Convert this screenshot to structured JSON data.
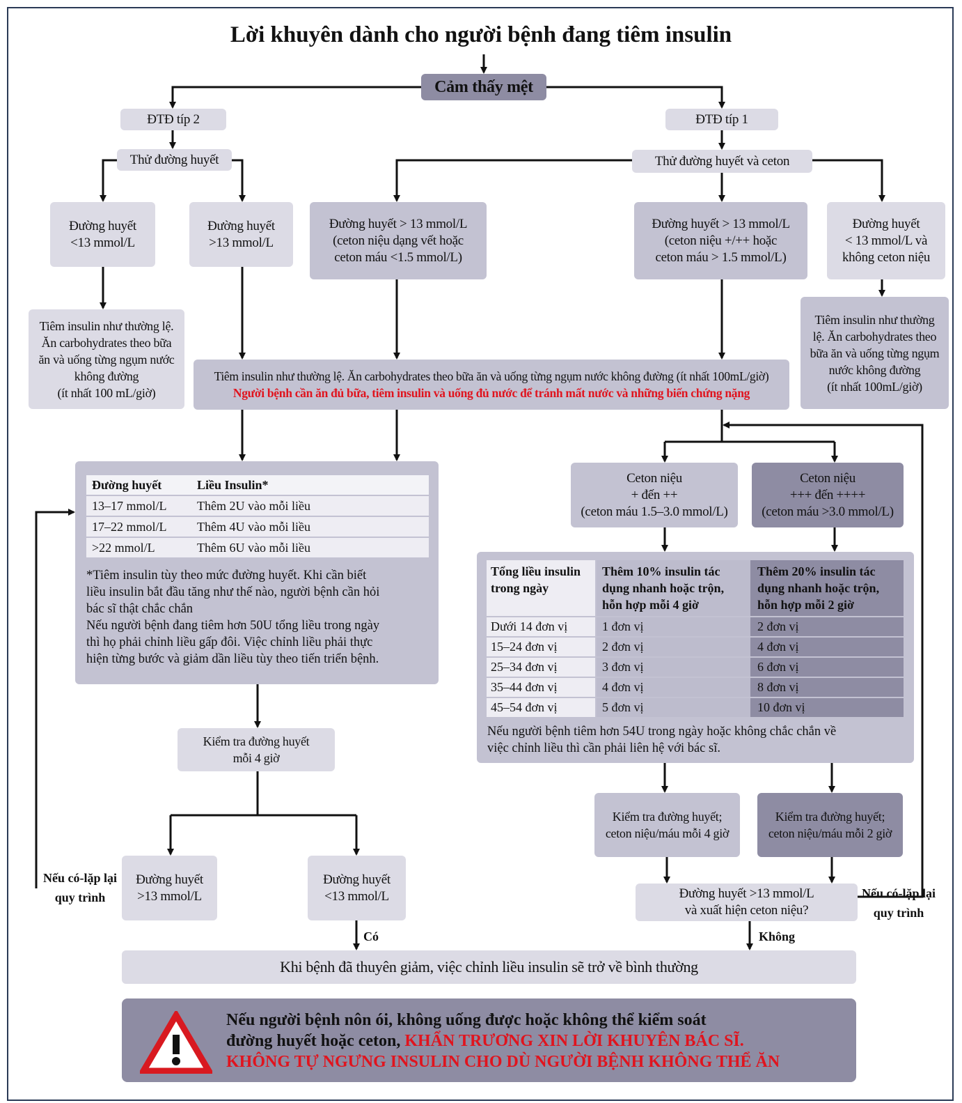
{
  "title": "Lời khuyên dành cho người bệnh đang tiêm insulin",
  "start": "Cảm thấy mệt",
  "type2": {
    "label": "ĐTĐ típ 2",
    "test": "Thử đường huyết",
    "low": "Đường huyết\n<13 mmol/L",
    "high": "Đường huyết\n>13 mmol/L",
    "advice": "Tiêm insulin như thường lệ.\nĂn carbohydrates theo bữa\năn và uống từng ngụm nước\nkhông đường\n(ít nhất 100 mL/giờ)"
  },
  "type1": {
    "label": "ĐTĐ típ 1",
    "test": "Thử đường huyết và ceton",
    "trace": "Đường huyết > 13 mmol/L\n(ceton niệu dạng vết hoặc\nceton máu <1.5 mmol/L)",
    "ketone": "Đường huyết > 13 mmol/L\n(ceton niệu +/++ hoặc\nceton máu > 1.5 mmol/L)",
    "low": "Đường huyết\n< 13 mmol/L và\nkhông ceton niệu",
    "advice": "Tiêm insulin như thường\nlệ. Ăn carbohydrates theo\nbữa ăn và uống từng ngụm\nnước không đường\n(ít nhất 100mL/giờ)"
  },
  "common": {
    "line1": "Tiêm insulin như thường lệ. Ăn carbohydrates theo bữa ăn và uống từng ngụm nước không đường (ít nhất 100mL/giờ)",
    "line2": "Người bệnh cần ăn đủ bữa, tiêm insulin và uống đủ nước để tránh mất nước và những biến chứng nặng"
  },
  "left_table": {
    "headers": [
      "Đường huyết",
      "Liều Insulin*"
    ],
    "rows": [
      [
        "13–17 mmol/L",
        "Thêm 2U vào mỗi liều"
      ],
      [
        "17–22 mmol/L",
        "Thêm 4U vào mỗi liều"
      ],
      [
        ">22 mmol/L",
        "Thêm 6U vào mỗi liều"
      ]
    ],
    "note": "*Tiêm insulin tùy theo mức đường huyết. Khi cần biết\nliều insulin bắt đầu tăng như thế nào, người bệnh cần hỏi\nbác sĩ thật chắc chắn\nNếu người bệnh đang tiêm hơn 50U tổng liều trong ngày\nthì họ phải chỉnh liều gấp đôi. Việc chỉnh liều phải thực\nhiện từng bước và giảm dần liều tùy theo tiến triển bệnh."
  },
  "check4": "Kiểm tra đường huyết\nmỗi 4 giờ",
  "left_high": "Đường huyết\n>13 mmol/L",
  "left_low": "Đường huyết\n<13 mmol/L",
  "repeat": "Nếu có-lặp lại\nquy trình",
  "yes": "Có",
  "no": "Không",
  "ketone_mild": "Ceton niệu\n+ đến ++\n(ceton máu 1.5–3.0 mmol/L)",
  "ketone_severe": "Ceton niệu\n+++ đến ++++\n(ceton máu >3.0 mmol/L)",
  "right_table": {
    "headers": [
      "Tổng liều insulin\ntrong ngày",
      "Thêm 10% insulin tác\ndụng nhanh hoặc trộn,\nhỗn hợp mỗi 4 giờ",
      "Thêm 20% insulin tác\ndụng nhanh hoặc trộn,\nhỗn hợp mỗi 2 giờ"
    ],
    "rows": [
      [
        "Dưới 14 đơn vị",
        "1 đơn vị",
        "2 đơn vị"
      ],
      [
        "15–24 đơn vị",
        "2 đơn vị",
        "4 đơn vị"
      ],
      [
        "25–34 đơn vị",
        "3 đơn vị",
        "6 đơn vị"
      ],
      [
        "35–44 đơn vị",
        "4 đơn vị",
        "8 đơn vị"
      ],
      [
        "45–54 đơn vị",
        "5 đơn vị",
        "10 đơn vị"
      ]
    ],
    "note": "Nếu người bệnh tiêm hơn 54U trong ngày hoặc không chắc chắn về\nviệc chỉnh liều thì cần phải liên hệ với bác sĩ."
  },
  "check_ket4": "Kiểm tra đường huyết;\nceton niệu/máu mỗi 4 giờ",
  "check_ket2": "Kiểm tra đường huyết;\nceton niệu/máu mỗi 2 giờ",
  "question": "Đường huyết >13 mmol/L\nvà xuất hiện ceton niệu?",
  "recovery": "Khi bệnh đã thuyên giảm, việc chỉnh liều insulin sẽ trở về bình thường",
  "warning": {
    "line1": "Nếu người bệnh nôn ói, không uống được hoặc không thể kiểm soát",
    "line2_black": "đường huyết hoặc ceton, ",
    "line2_red": "KHẨN TRƯƠNG XIN LỜI KHUYÊN BÁC SĨ.",
    "line3_red": "KHÔNG TỰ NGƯNG INSULIN CHO DÙ NGƯỜI BỆNH KHÔNG THỂ ĂN"
  },
  "colors": {
    "box_light": "#dcdbe5",
    "box_mid": "#c3c2d2",
    "box_dark": "#8e8ca3",
    "alert_red": "#e0141e",
    "frame": "#2a3a56"
  }
}
